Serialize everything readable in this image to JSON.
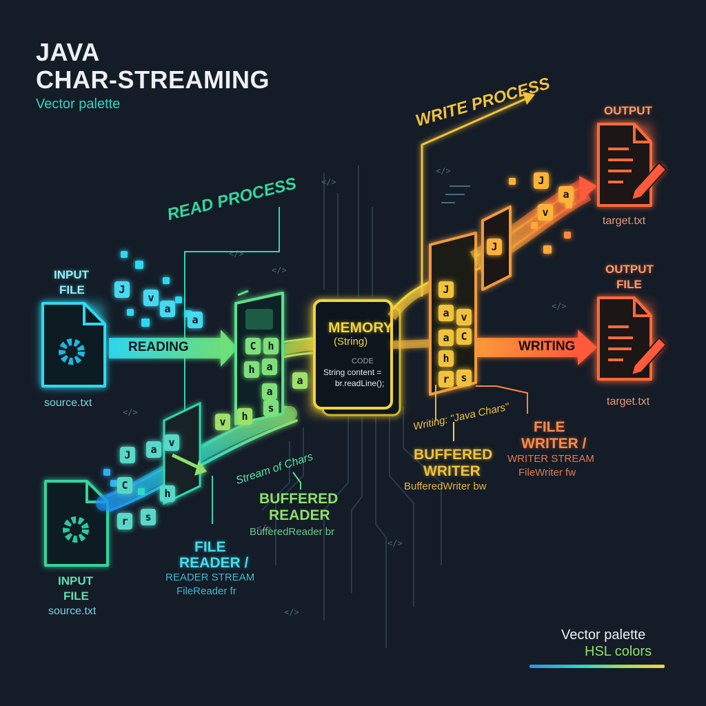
{
  "title_line1": "JAVA",
  "title_line2": "CHAR-STREAMING",
  "subtitle": "Vector palette",
  "read_process": "READ PROCESS",
  "write_process": "WRITE PROCESS",
  "input_file_top": {
    "label_line1": "INPUT",
    "label_line2": "FILE",
    "filename": "source.txt"
  },
  "input_file_bottom": {
    "label_line1": "INPUT",
    "label_line2": "FILE",
    "filename": "source.txt"
  },
  "reading_label": "READING",
  "writing_label": "WRITING",
  "memory": {
    "title": "MEMORY",
    "subtitle": "(String)",
    "code_label": "CODE",
    "code_line1": "String content =",
    "code_line2": "br.readLine();"
  },
  "stream_of_chars": "Stream of Chars",
  "writing_quote": "Writing: \"Java Chars\"",
  "buffered_reader": {
    "line1": "BUFFERED",
    "line2": "READER",
    "code": "BufferedReader br"
  },
  "file_reader": {
    "line1": "FILE",
    "line2": "READER /",
    "line3": "READER STREAM",
    "code": "FileReader fr"
  },
  "buffered_writer": {
    "line1": "BUFFERED",
    "line2": "WRITER",
    "code": "BufferedWriter bw"
  },
  "file_writer": {
    "line1": "FILE",
    "line2": "WRITER /",
    "line3": "WRITER STREAM",
    "code": "FileWriter fw"
  },
  "output_top": {
    "label": "OUTPUT",
    "filename": "target.txt"
  },
  "output_bottom": {
    "label_line1": "OUTPUT",
    "label_line2": "FILE",
    "filename": "target.txt"
  },
  "footer": {
    "line1": "Vector palette",
    "line2": "HSL colors"
  },
  "code_tag": "</>",
  "chips": {
    "input_cluster": [
      "J",
      "v",
      "a",
      "a"
    ],
    "bottom_cluster": [
      "J",
      "a",
      "v",
      "C",
      "h",
      "r",
      "s"
    ],
    "reader_panel": [
      "C",
      "h",
      "h",
      "a",
      "a",
      "s"
    ],
    "reader_flow": [
      "v",
      "h",
      "a"
    ],
    "writer_panel": [
      "J",
      "a",
      "v",
      "a",
      "C",
      "h",
      "r",
      "s"
    ],
    "output_flow": [
      "J",
      "a",
      "v",
      "J"
    ]
  },
  "colors": {
    "background": "#141c27",
    "cyan": "#2fd9f0",
    "teal": "#33d6b0",
    "green": "#7ee06a",
    "yellow": "#f2d43a",
    "orange": "#ff8a3d",
    "red_orange": "#ff5a3a"
  }
}
